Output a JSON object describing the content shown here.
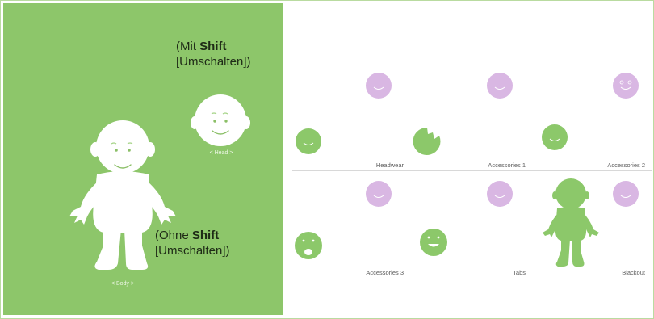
{
  "colors": {
    "panel_green": "#8dc66a",
    "figure_white": "#ffffff",
    "avatar_green": "#8cc86a",
    "avatar_pink": "#d9b7e3",
    "face_line": "#8bbf67"
  },
  "left_panel": {
    "with_shift_note": {
      "prefix": "(Mit ",
      "key": "Shift",
      "suffix": "[Umschalten])"
    },
    "without_shift_note": {
      "prefix": "(Ohne ",
      "key": "Shift",
      "suffix": "[Umschalten])"
    },
    "head_label": "< Head >",
    "body_label": "< Body >"
  },
  "grid": {
    "cells": [
      {
        "label": "Headwear"
      },
      {
        "label": "Accessories 1"
      },
      {
        "label": "Accessories 2"
      },
      {
        "label": "Accessories 3"
      },
      {
        "label": "Tabs"
      },
      {
        "label": "Blackout"
      }
    ]
  }
}
